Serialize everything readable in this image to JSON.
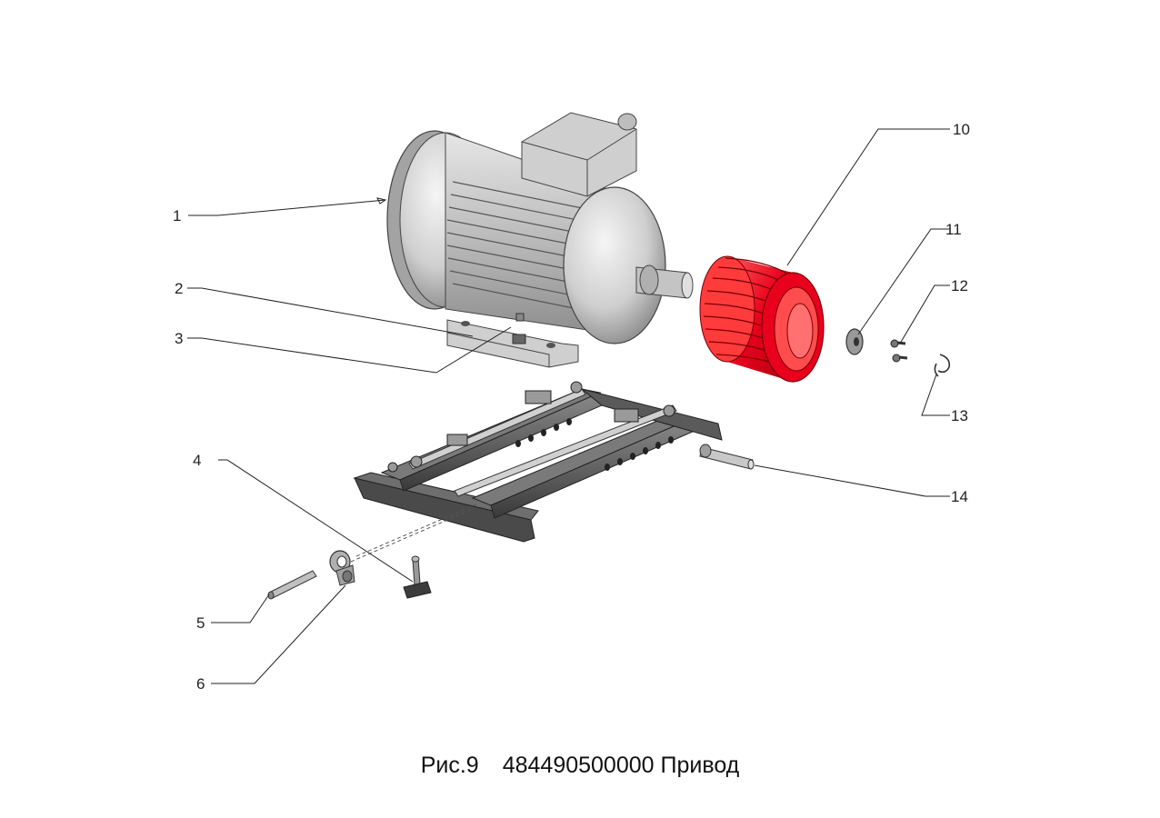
{
  "callouts": {
    "c1": "1",
    "c2": "2",
    "c3": "3",
    "c4": "4",
    "c5": "5",
    "c6": "6",
    "c10": "10",
    "c11": "11",
    "c12": "12",
    "c13": "13",
    "c14": "14"
  },
  "caption": {
    "figure": "Рис.9",
    "title": "484490500000 Привод"
  },
  "colors": {
    "pulley": "#e8001c",
    "part_gray": "#b9b9b9",
    "frame_dark": "#4d4d4d"
  },
  "icons": [
    "electric-motor",
    "pulley",
    "washer",
    "bolt",
    "retaining-ring",
    "motor-mount-frame",
    "pin",
    "eyebolt",
    "t-bolt",
    "adjusting-screw"
  ]
}
